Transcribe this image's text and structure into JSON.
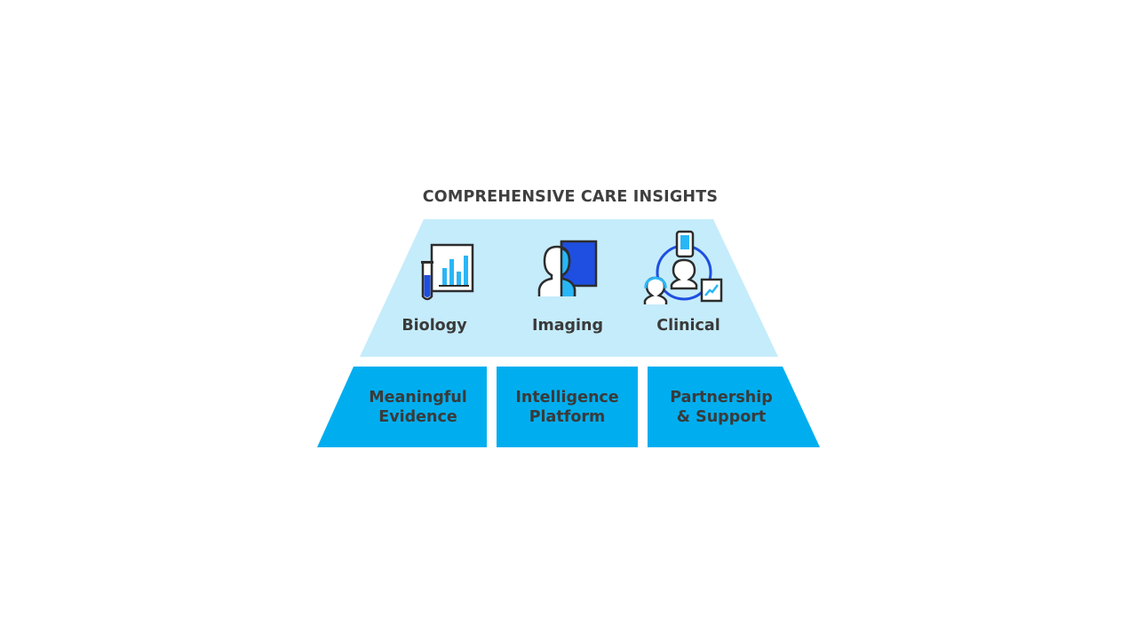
{
  "title": "COMPREHENSIVE CARE INSIGHTS",
  "colors": {
    "top_fill": "#c5ecfb",
    "pillar_fill": "#00aeef",
    "icon_blue": "#1e4fe0",
    "icon_cyan": "#29b6f6",
    "icon_dark": "#2d2d2d",
    "text": "#3a3a3a"
  },
  "categories": [
    {
      "label": "Biology",
      "icon": "test-tube-chart-icon"
    },
    {
      "label": "Imaging",
      "icon": "head-scan-icon"
    },
    {
      "label": "Clinical",
      "icon": "clinical-network-icon"
    }
  ],
  "pillars": [
    {
      "label": "Meaningful\nEvidence"
    },
    {
      "label": "Intelligence\nPlatform"
    },
    {
      "label": "Partnership\n& Support"
    }
  ]
}
